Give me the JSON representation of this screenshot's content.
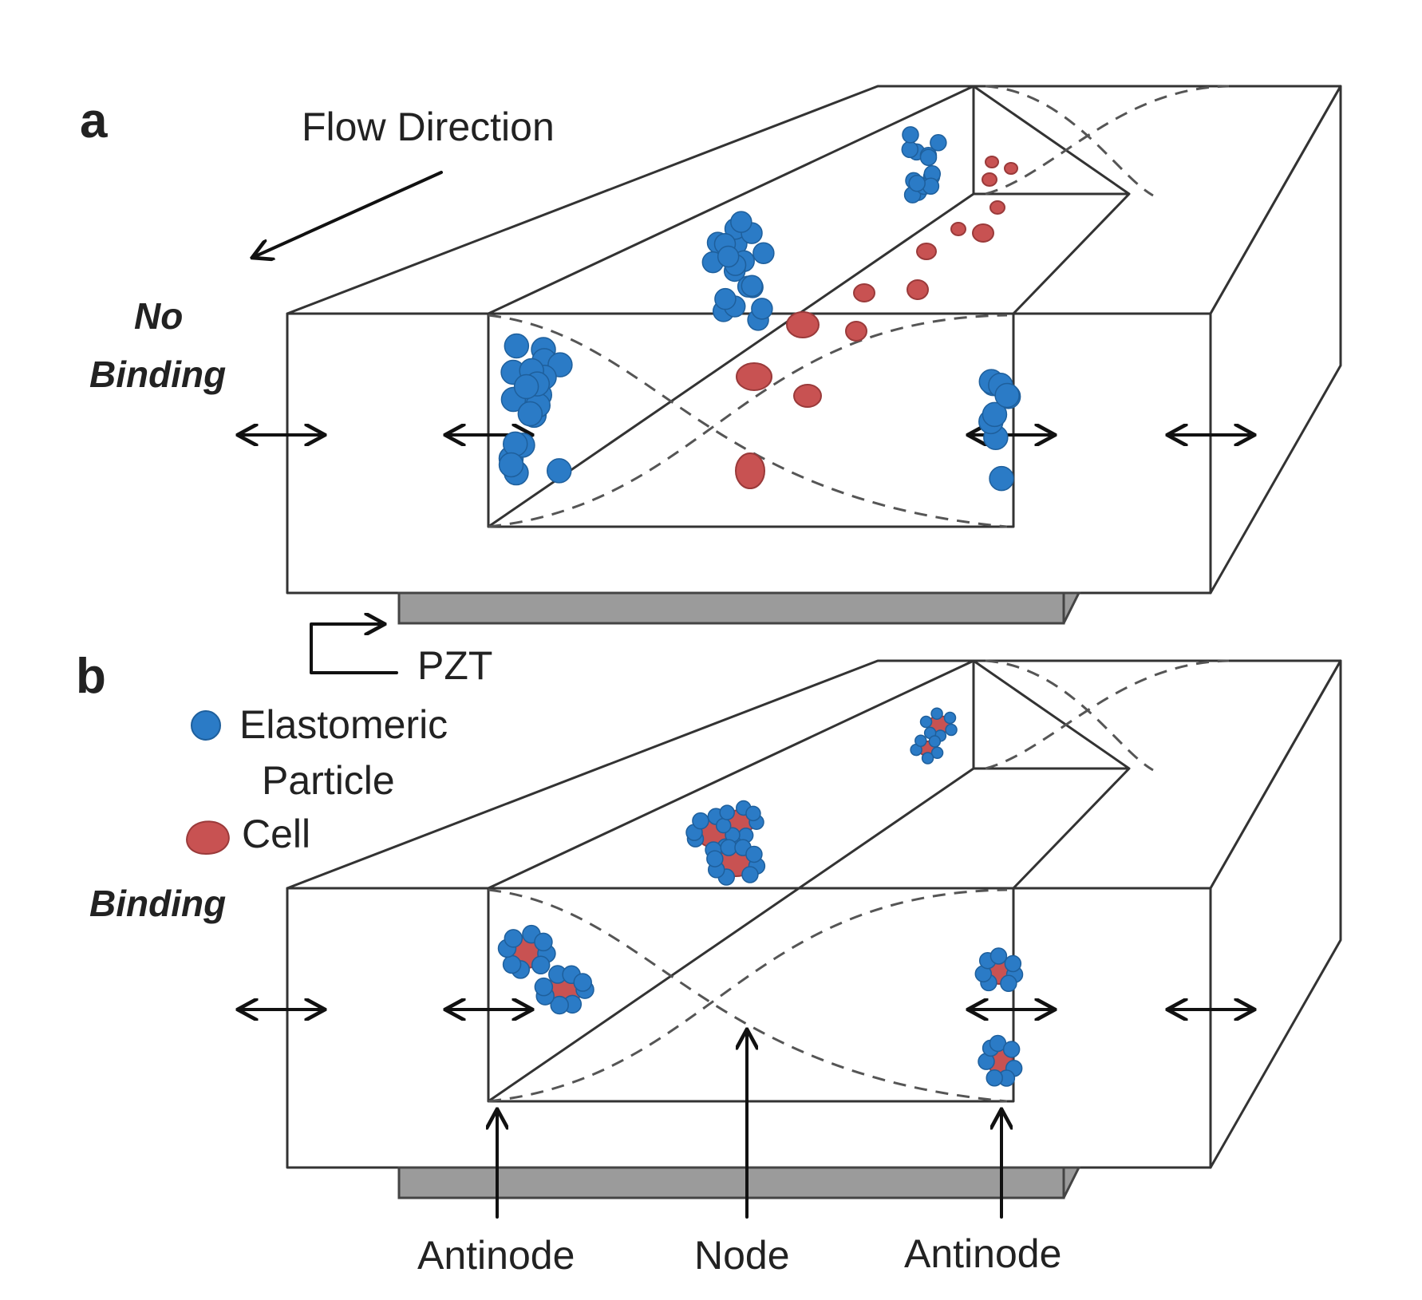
{
  "panels": {
    "a": {
      "letter": "a",
      "state_line1": "No",
      "state_line2": "Binding"
    },
    "b": {
      "letter": "b",
      "state_line1": "Binding"
    }
  },
  "labels": {
    "flow_direction": "Flow Direction",
    "pzt": "PZT",
    "antinode_left": "Antinode",
    "node": "Node",
    "antinode_right": "Antinode"
  },
  "legend": {
    "particle_line1": "Elastomeric",
    "particle_line2": "Particle",
    "cell": "Cell"
  },
  "colors": {
    "particle": "#2b7bc6",
    "particle_stroke": "#1e5f9c",
    "cell": "#c85252",
    "cell_stroke": "#9a3a3a",
    "pzt": "#9b9b9b"
  },
  "icons": {
    "vibration": "double-headed-arrow",
    "flow": "arrow-down-left",
    "pzt_pointer": "bent-arrow"
  }
}
